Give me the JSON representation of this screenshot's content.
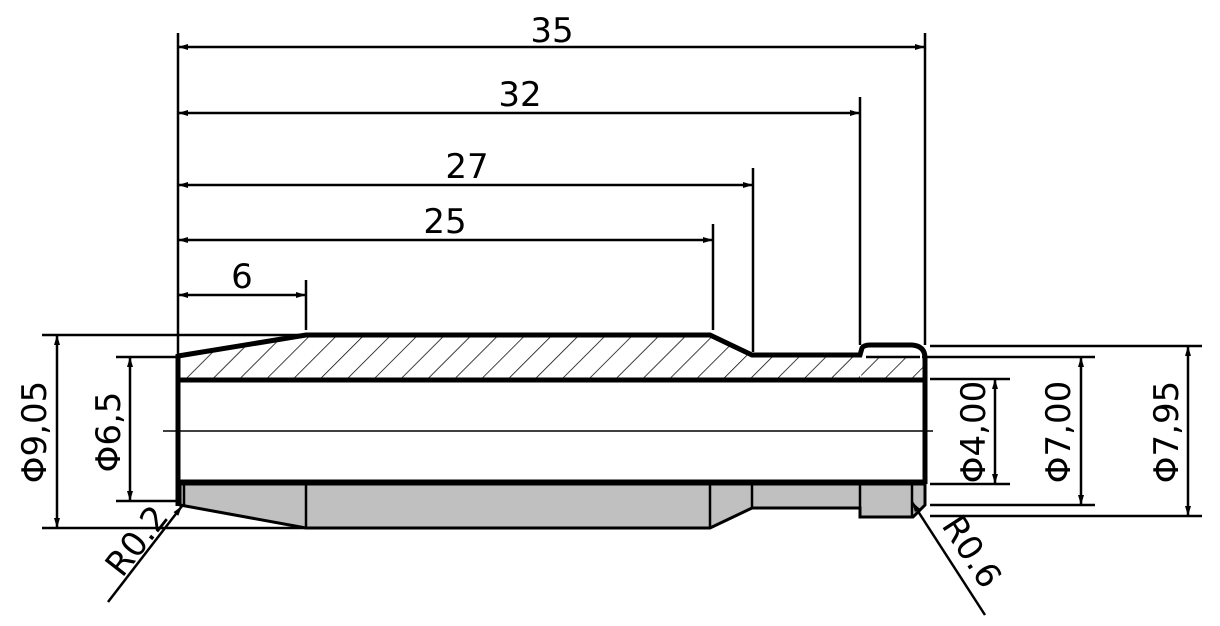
{
  "drawing": {
    "lengths": {
      "l35": "35",
      "l32": "32",
      "l27": "27",
      "l25": "25",
      "l6": "6"
    },
    "diameters": {
      "d905": "Φ9,05",
      "d65": "Φ6,5",
      "d400": "Φ4,00",
      "d700": "Φ7,00",
      "d795": "Φ7,95"
    },
    "radii": {
      "r02": "R0.2",
      "r06": "R0.6"
    },
    "colors": {
      "line": "#000000",
      "section_fill": "#c0c0c0",
      "background": "#ffffff"
    }
  }
}
